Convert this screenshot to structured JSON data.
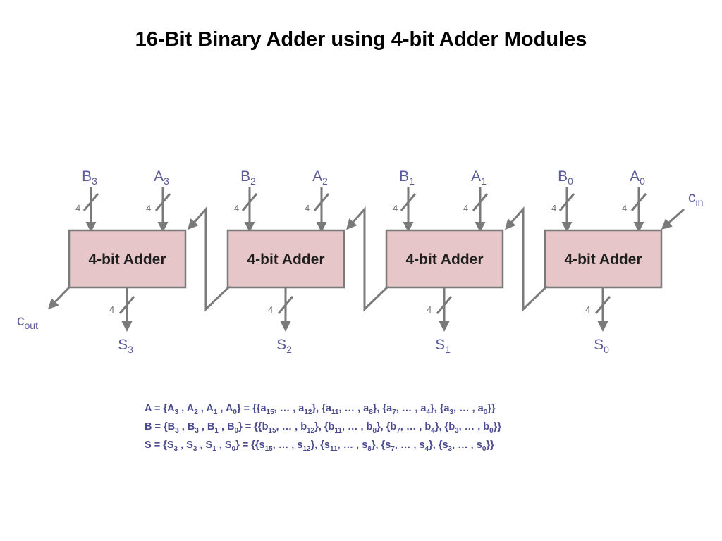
{
  "title": "16-Bit Binary Adder using 4-bit Adder Modules",
  "colors": {
    "box_fill": "#e6c6c8",
    "box_stroke": "#7a7a7a",
    "wire": "#7a7a7a",
    "signal_text": "#5b5b9c",
    "equation_text": "#4a4a90"
  },
  "modules": [
    {
      "label": "4-bit Adder",
      "b_main": "B",
      "b_sub": "3",
      "a_main": "A",
      "a_sub": "3",
      "s_main": "S",
      "s_sub": "3",
      "width": "4"
    },
    {
      "label": "4-bit Adder",
      "b_main": "B",
      "b_sub": "2",
      "a_main": "A",
      "a_sub": "2",
      "s_main": "S",
      "s_sub": "2",
      "width": "4"
    },
    {
      "label": "4-bit Adder",
      "b_main": "B",
      "b_sub": "1",
      "a_main": "A",
      "a_sub": "1",
      "s_main": "S",
      "s_sub": "1",
      "width": "4"
    },
    {
      "label": "4-bit Adder",
      "b_main": "B",
      "b_sub": "0",
      "a_main": "A",
      "a_sub": "0",
      "s_main": "S",
      "s_sub": "0",
      "width": "4"
    }
  ],
  "carry_in": {
    "main": "c",
    "sub": "in"
  },
  "carry_out": {
    "main": "c",
    "sub": "out"
  },
  "equations": [
    {
      "lhs": "A",
      "parts": [
        "A",
        "3",
        " , ",
        "A",
        "2",
        " , ",
        "A",
        "1",
        " , ",
        "A",
        "0"
      ],
      "rhs": [
        [
          "a",
          "15",
          ", … , ",
          "a",
          "12"
        ],
        [
          "a",
          "11",
          ", … , ",
          "a",
          "8"
        ],
        [
          "a",
          "7",
          ", … , ",
          "a",
          "4"
        ],
        [
          "a",
          "3",
          ", … , ",
          "a",
          "0"
        ]
      ]
    },
    {
      "lhs": "B",
      "parts": [
        "B",
        "3",
        " , ",
        "B",
        "3",
        " , ",
        "B",
        "1",
        " , ",
        "B",
        "0"
      ],
      "rhs": [
        [
          "b",
          "15",
          ", … , ",
          "b",
          "12"
        ],
        [
          "b",
          "11",
          ", … , ",
          "b",
          "8"
        ],
        [
          "b",
          "7",
          ", … , ",
          "b",
          "4"
        ],
        [
          "b",
          "3",
          ", … , ",
          "b",
          "0"
        ]
      ]
    },
    {
      "lhs": "S",
      "parts": [
        "S",
        "3",
        " , ",
        "S",
        "3",
        " , ",
        "S",
        "1",
        " , ",
        "S",
        "0"
      ],
      "rhs": [
        [
          "s",
          "15",
          ", … , ",
          "s",
          "12"
        ],
        [
          "s",
          "11",
          ", … , ",
          "s",
          "8"
        ],
        [
          "s",
          "7",
          ", … , ",
          "s",
          "4"
        ],
        [
          "s",
          "3",
          ", … , ",
          "s",
          "0"
        ]
      ]
    }
  ]
}
